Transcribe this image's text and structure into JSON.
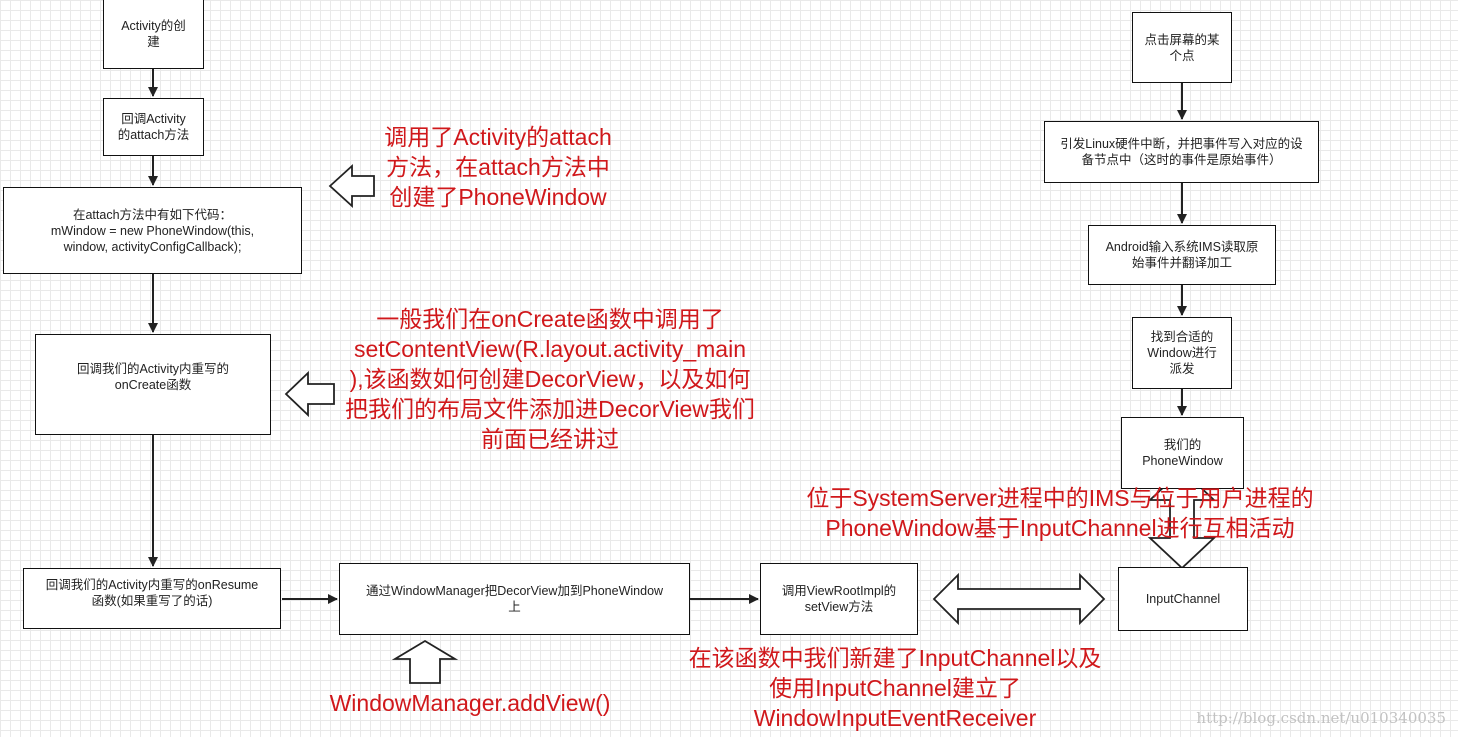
{
  "boxes": {
    "activity_create": "Activity的创\n建",
    "callback_attach": "回调Activity\n的attach方法",
    "attach_code": "在attach方法中有如下代码：\nmWindow = new PhoneWindow(this,\nwindow, activityConfigCallback);",
    "oncreate": "回调我们的Activity内重写的\nonCreate函数",
    "onresume": "回调我们的Activity内重写的onResume\n函数(如果重写了的话)",
    "add_decor": "通过WindowManager把DecorView加到PhoneWindow\n上",
    "set_view": "调用ViewRootImpl的\nsetView方法",
    "touch": "点击屏幕的某\n个点",
    "linux_irq": "引发Linux硬件中断，并把事件写入对应的设\n备节点中（这时的事件是原始事件）",
    "ims_read": "Android输入系统IMS读取原\n始事件并翻译加工",
    "find_window": "找到合适的\nWindow进行\n派发",
    "our_phonewindow": "我们的\nPhoneWindow",
    "input_channel": "InputChannel"
  },
  "notes": {
    "attach_note": "调用了Activity的attach\n方法，在attach方法中\n创建了PhoneWindow",
    "oncreate_note": "一般我们在onCreate函数中调用了\nsetContentView(R.layout.activity_main\n),该函数如何创建DecorView，以及如何\n把我们的布局文件添加进DecorView我们\n前面已经讲过",
    "addview_note": "WindowManager.addView()",
    "ims_note": "位于SystemServer进程中的IMS与位于用户进程的\nPhoneWindow基于InputChannel进行互相活动",
    "setview_note": "在该函数中我们新建了InputChannel以及\n使用InputChannel建立了\nWindowInputEventReceiver"
  },
  "watermark": "http://blog.csdn.net/u010340035",
  "colors": {
    "note_text": "#d0181b",
    "box_border": "#111111",
    "grid": "#e9e9e9"
  }
}
